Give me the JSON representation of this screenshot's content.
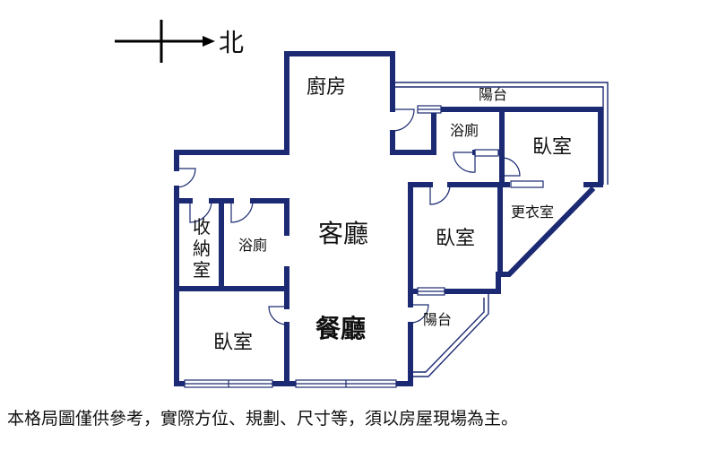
{
  "compass": {
    "label": "北"
  },
  "rooms": {
    "kitchen": "廚房",
    "balcony_top": "陽台",
    "bath_top": "浴廁",
    "bedroom_ne": "臥室",
    "walk_in_closet": "更衣室",
    "living_room": "客廳",
    "storage_line1": "收",
    "storage_line2": "納",
    "storage_line3": "室",
    "bath_left": "浴廁",
    "bedroom_mid": "臥室",
    "dining_room": "餐廳",
    "balcony_small": "陽台",
    "bedroom_sw": "臥室"
  },
  "footer": {
    "disclaimer": "本格局圖僅供參考，實際方位、規劃、尺寸等，須以房屋現場為主。"
  }
}
